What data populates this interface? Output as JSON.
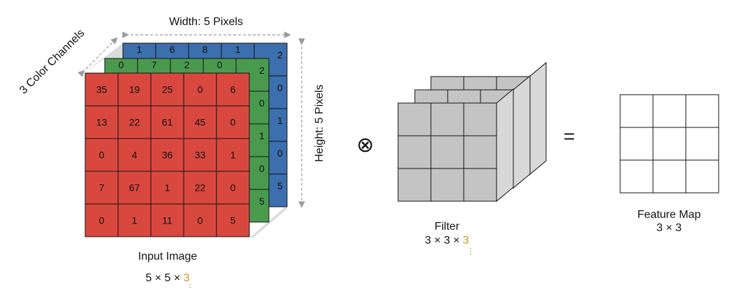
{
  "colors": {
    "red": "#d9483f",
    "green": "#4a9a4e",
    "blue": "#3c6fad",
    "filter": "#c4c4c4",
    "highlight": "#c99a1d",
    "arrow": "#9a9a9a"
  },
  "input": {
    "width_label": "Width: 5 Pixels",
    "height_label": "Height: 5 Pixels",
    "channels_label": "3 Color Channels",
    "caption": "Input Image",
    "dims_prefix": "5 × 5 × ",
    "dims_channels": "3",
    "red_values": [
      [
        "35",
        "19",
        "25",
        "0",
        "6"
      ],
      [
        "13",
        "22",
        "61",
        "45",
        "0"
      ],
      [
        "0",
        "4",
        "36",
        "33",
        "1"
      ],
      [
        "7",
        "67",
        "1",
        "22",
        "0"
      ],
      [
        "0",
        "1",
        "11",
        "0",
        "5"
      ]
    ],
    "green_edge_values": [
      "2",
      "0",
      "1",
      "0",
      "5"
    ],
    "blue_edge_values": [
      "2",
      "0",
      "1",
      "0",
      "5"
    ],
    "green_top_values": [
      "0",
      "7",
      "2",
      "0"
    ],
    "blue_top_values": [
      "1",
      "6",
      "8",
      "1"
    ]
  },
  "operator_convolve": "⊗",
  "operator_equals": "=",
  "filter": {
    "caption": "Filter",
    "dims_prefix": "3 × 3 × ",
    "dims_channels": "3"
  },
  "feature_map": {
    "caption": "Feature Map",
    "dims": "3 × 3"
  }
}
